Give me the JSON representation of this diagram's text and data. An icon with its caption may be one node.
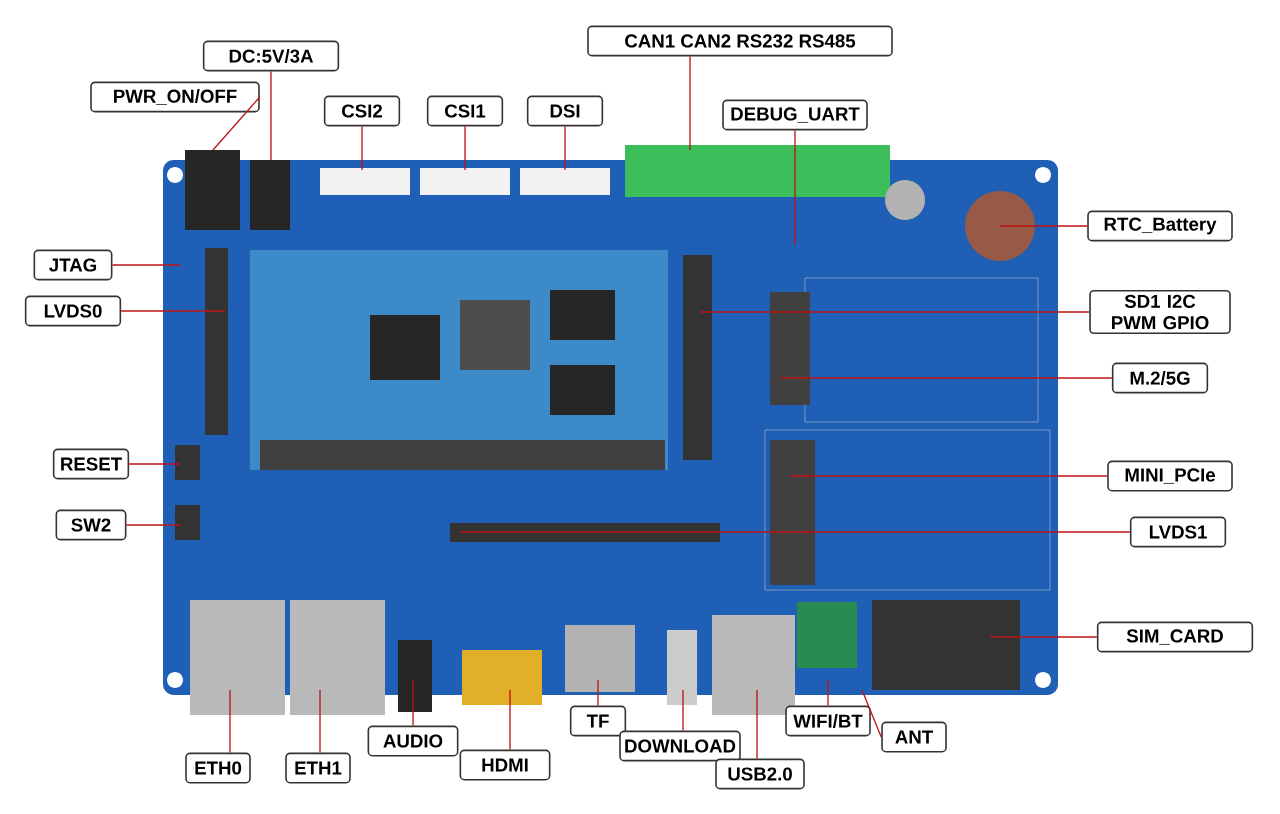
{
  "diagram": {
    "nodes": [
      {
        "text": [
          "DC:5V/3A"
        ]
      },
      {
        "text": [
          "PWR_ON/OFF"
        ]
      },
      {
        "text": [
          "CSI2"
        ]
      },
      {
        "text": [
          "CSI1"
        ]
      },
      {
        "text": [
          "DSI"
        ]
      },
      {
        "text": [
          "CAN1 CAN2 RS232 RS485"
        ]
      },
      {
        "text": [
          "DEBUG_UART"
        ]
      },
      {
        "text": [
          "RTC_Battery"
        ]
      },
      {
        "text": [
          "JTAG"
        ]
      },
      {
        "text": [
          "LVDS0"
        ]
      },
      {
        "text": [
          "SD1 I2C PWM GPIO"
        ]
      },
      {
        "text": [
          "M.2/5G"
        ]
      },
      {
        "text": [
          "RESET"
        ]
      },
      {
        "text": [
          "MINI_PCIe"
        ]
      },
      {
        "text": [
          "SW2"
        ]
      },
      {
        "text": [
          "LVDS1"
        ]
      },
      {
        "text": [
          "SIM_CARD"
        ]
      },
      {
        "text": [
          "TF"
        ]
      },
      {
        "text": [
          "WIFI/BT"
        ]
      },
      {
        "text": [
          "AUDIO"
        ]
      },
      {
        "text": [
          "ANT"
        ]
      },
      {
        "text": [
          "DOWNLOAD"
        ]
      },
      {
        "text": [
          "ETH0"
        ]
      },
      {
        "text": [
          "ETH1"
        ]
      },
      {
        "text": [
          "HDMI"
        ]
      },
      {
        "text": [
          "USB2.0"
        ]
      }
    ],
    "edges": [
      {
        "from": 0,
        "to": null,
        "arrow": "none"
      },
      {
        "from": 1,
        "to": null,
        "arrow": "none"
      },
      {
        "from": 2,
        "to": null,
        "arrow": "none"
      },
      {
        "from": 3,
        "to": null,
        "arrow": "none"
      },
      {
        "from": 4,
        "to": null,
        "arrow": "none"
      },
      {
        "from": 5,
        "to": null,
        "arrow": "none"
      },
      {
        "from": 6,
        "to": null,
        "arrow": "none"
      },
      {
        "from": 7,
        "to": null,
        "arrow": "none"
      },
      {
        "from": 8,
        "to": null,
        "arrow": "none"
      },
      {
        "from": 9,
        "to": null,
        "arrow": "none"
      },
      {
        "from": 10,
        "to": null,
        "arrow": "none"
      },
      {
        "from": 11,
        "to": null,
        "arrow": "none"
      },
      {
        "from": 12,
        "to": null,
        "arrow": "none"
      },
      {
        "from": 13,
        "to": null,
        "arrow": "none"
      },
      {
        "from": 14,
        "to": null,
        "arrow": "none"
      },
      {
        "from": 15,
        "to": null,
        "arrow": "none"
      },
      {
        "from": 16,
        "to": null,
        "arrow": "none"
      },
      {
        "from": 17,
        "to": null,
        "arrow": "none"
      },
      {
        "from": 18,
        "to": null,
        "arrow": "none"
      },
      {
        "from": 19,
        "to": null,
        "arrow": "none"
      },
      {
        "from": 20,
        "to": null,
        "arrow": "none"
      },
      {
        "from": 21,
        "to": null,
        "arrow": "none"
      },
      {
        "from": 22,
        "to": null,
        "arrow": "none"
      },
      {
        "from": 23,
        "to": null,
        "arrow": "none"
      },
      {
        "from": 24,
        "to": null,
        "arrow": "none"
      },
      {
        "from": 25,
        "to": null,
        "arrow": "none"
      }
    ]
  }
}
